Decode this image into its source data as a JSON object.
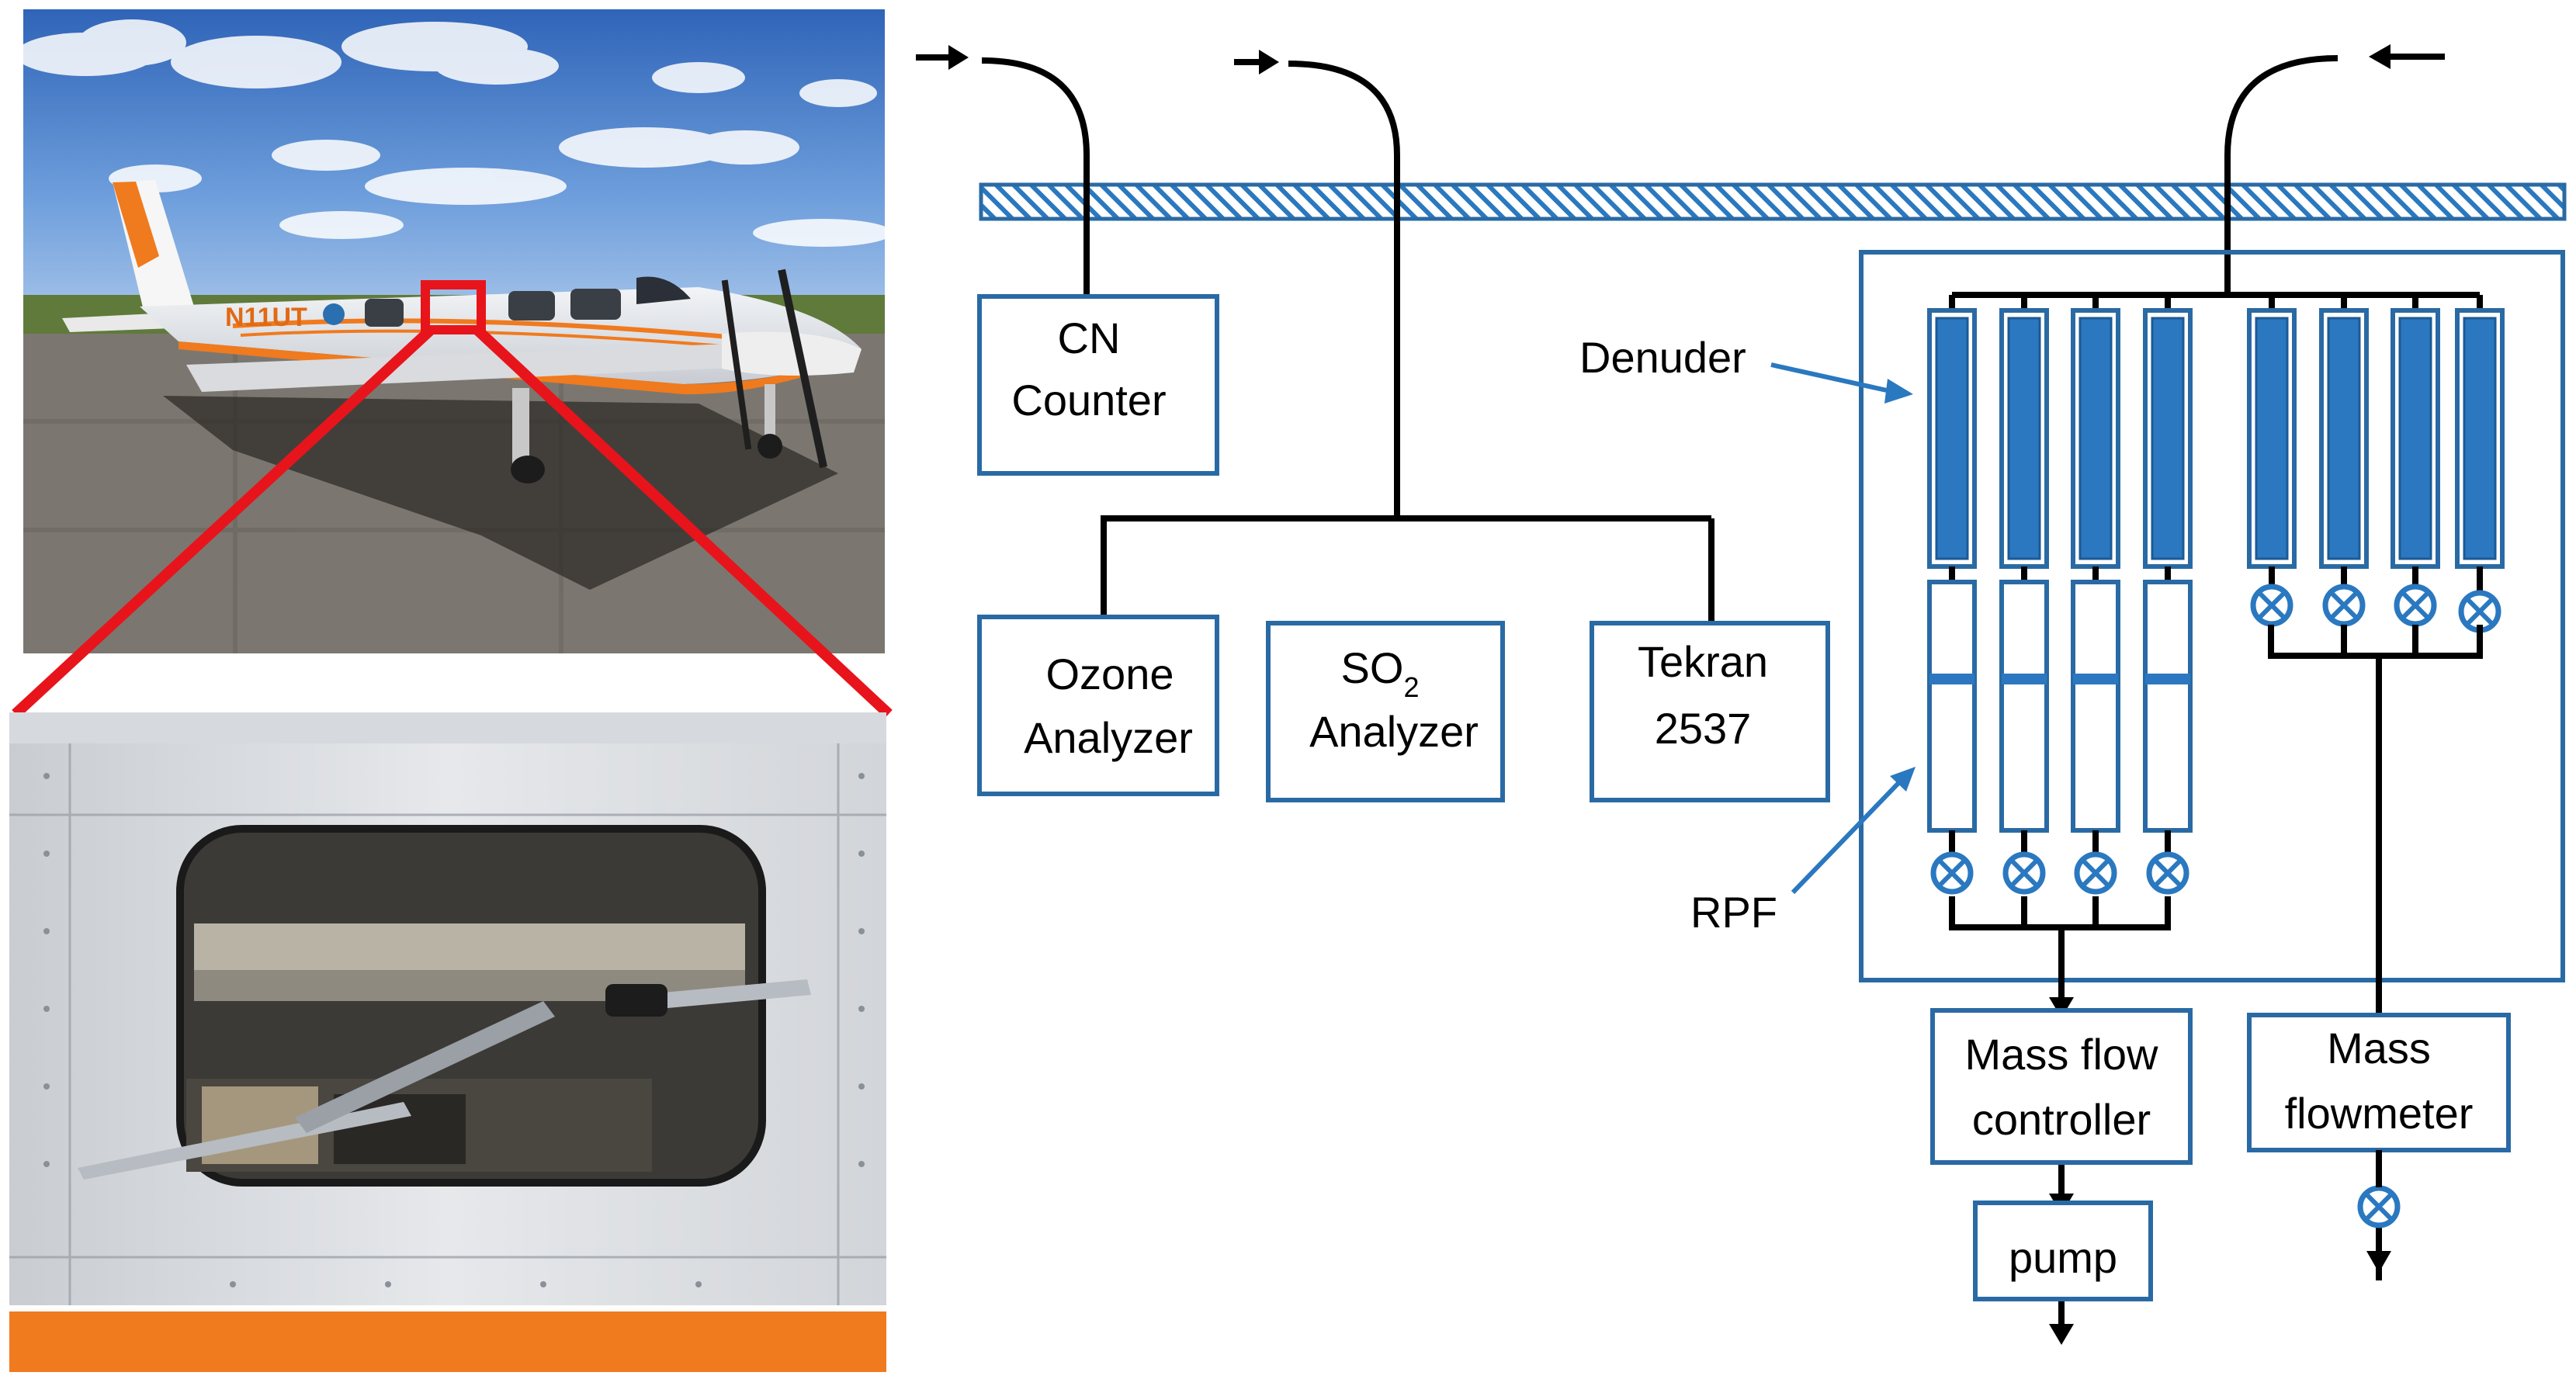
{
  "colors": {
    "box_stroke": "#2a6aa4",
    "tube_fill": "#2b78c0",
    "tube_dark": "#1b5a96",
    "line": "#000000",
    "callout_red": "#e8141b",
    "valve": "#2a78c0"
  },
  "photos": {
    "aircraft": {
      "registration": "N11UT"
    }
  },
  "labels": {
    "cn_counter": [
      "CN",
      "Counter"
    ],
    "ozone": [
      "Ozone",
      "Analyzer"
    ],
    "so2_main": "SO",
    "so2_sub": "2",
    "so2_line2": "Analyzer",
    "tekran": [
      "Tekran",
      "2537"
    ],
    "denuder": "Denuder",
    "rpf": "RPF",
    "mfc": [
      "Mass flow",
      "controller"
    ],
    "mfm": [
      "Mass",
      "flowmeter"
    ],
    "pump": "pump"
  }
}
